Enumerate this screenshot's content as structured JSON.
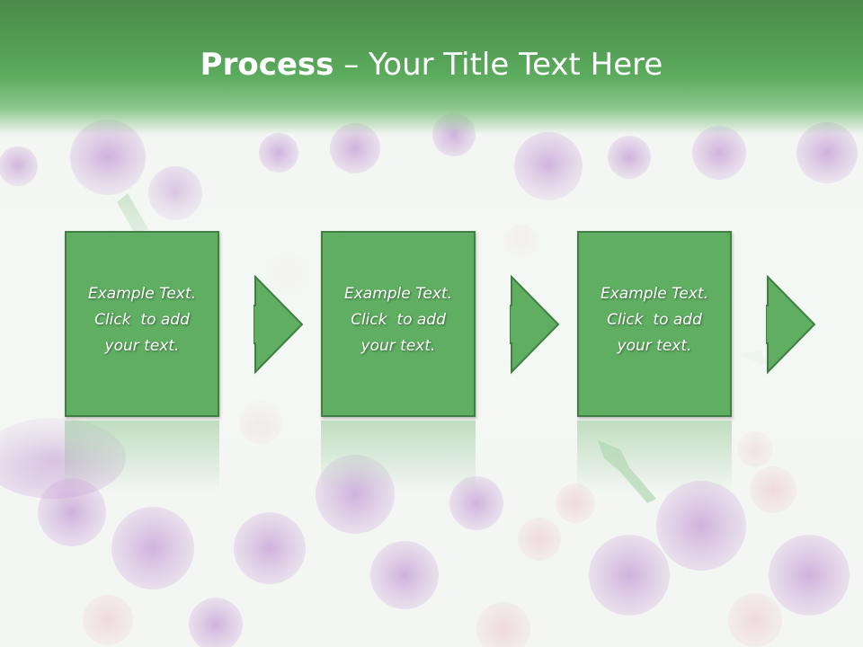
{
  "slide": {
    "title_bold": "Process",
    "title_dash": " – ",
    "title_rest": "Your Title Text Here"
  },
  "steps": [
    {
      "line1": "Example Text.",
      "line2": "Click  to add",
      "line3": "your text."
    },
    {
      "line1": "Example Text.",
      "line2": "Click  to add",
      "line3": "your text."
    },
    {
      "line1": "Example Text.",
      "line2": "Click  to add",
      "line3": "your text."
    }
  ],
  "colors": {
    "header": "#5aaa5c",
    "box_fill": "#5fae62",
    "box_border": "#3f7f42",
    "text": "#ffffff"
  }
}
